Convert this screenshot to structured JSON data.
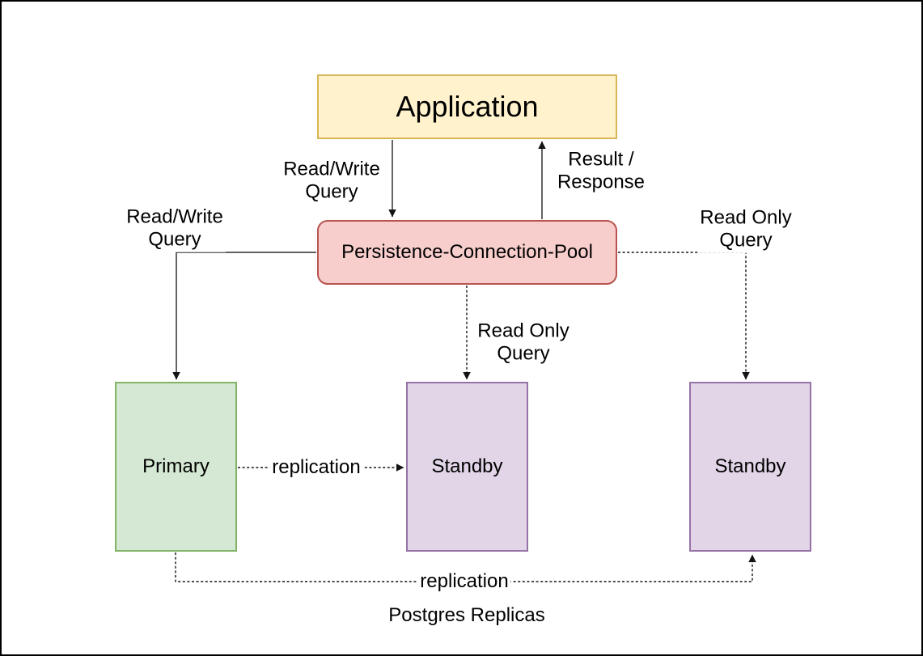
{
  "diagram": {
    "caption": "Postgres Replicas",
    "colors": {
      "edge_solid": "#4a4a4a",
      "edge_dashed": "#141414",
      "application_fill": "#FFF2CC",
      "application_stroke": "#D6B656",
      "pool_fill": "#F8CECC",
      "pool_stroke": "#B85450",
      "primary_fill": "#D5E8D4",
      "primary_stroke": "#82B366",
      "standby_fill": "#E1D5E7",
      "standby_stroke": "#9673A6"
    },
    "nodes": {
      "application": {
        "label": "Application"
      },
      "pool": {
        "label": "Persistence-Connection-Pool"
      },
      "primary": {
        "label": "Primary"
      },
      "standby1": {
        "label": "Standby"
      },
      "standby2": {
        "label": "Standby"
      }
    },
    "edges": {
      "app_to_pool": {
        "label": "Read/Write\nQuery",
        "style": "solid"
      },
      "pool_to_app": {
        "label": "Result /\nResponse",
        "style": "solid"
      },
      "pool_to_primary": {
        "label": "Read/Write\nQuery",
        "style": "solid"
      },
      "pool_to_standby1": {
        "label": "Read Only\nQuery",
        "style": "dashed"
      },
      "pool_to_standby2": {
        "label": "Read Only\nQuery",
        "style": "dashed"
      },
      "primary_to_standby1": {
        "label": "replication",
        "style": "dashed"
      },
      "primary_to_standby2": {
        "label": "replication",
        "style": "dashed"
      }
    }
  }
}
